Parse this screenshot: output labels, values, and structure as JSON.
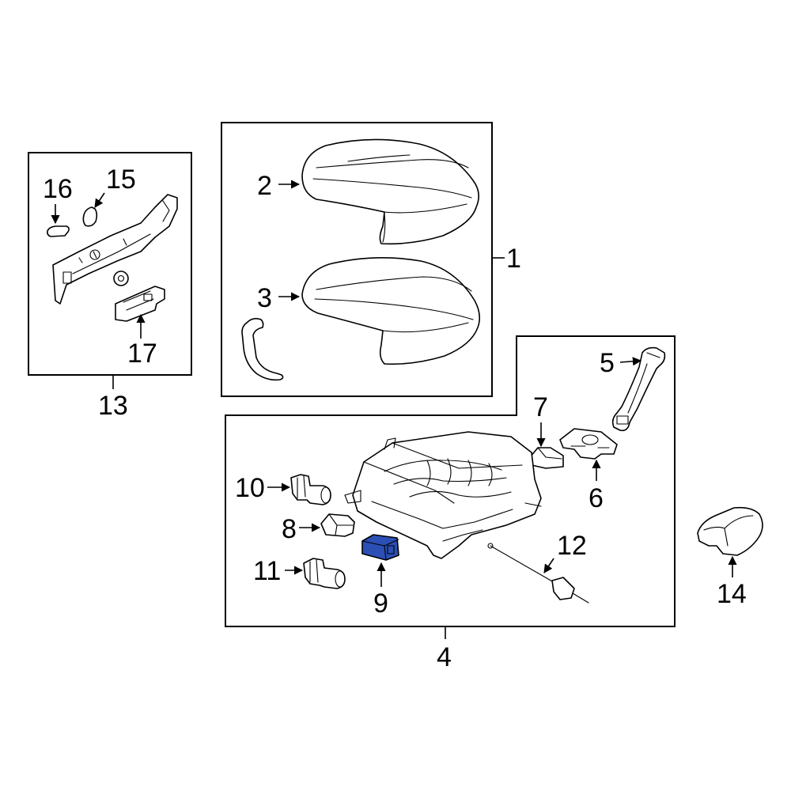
{
  "callouts": {
    "c1": "1",
    "c2": "2",
    "c3": "3",
    "c4": "4",
    "c5": "5",
    "c6": "6",
    "c7": "7",
    "c8": "8",
    "c9": "9",
    "c10": "10",
    "c11": "11",
    "c12": "12",
    "c13": "13",
    "c14": "14",
    "c15": "15",
    "c16": "16",
    "c17": "17"
  },
  "highlighted_part": "9",
  "colors": {
    "highlight": "#2b4fb4",
    "line": "#000000",
    "background": "#ffffff"
  }
}
